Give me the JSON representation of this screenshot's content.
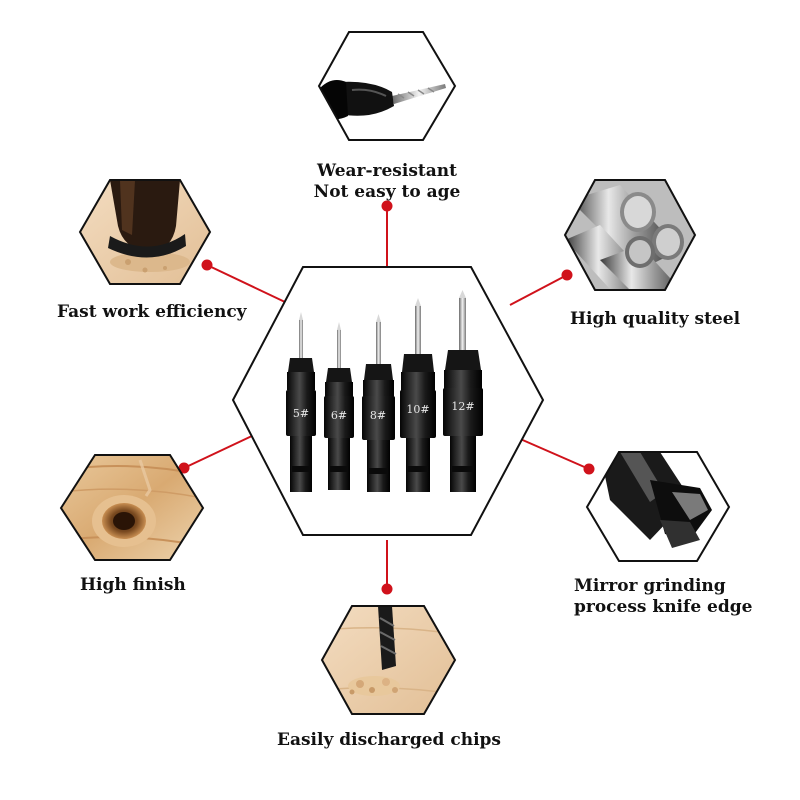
{
  "colors": {
    "accent": "#d0121b",
    "outline": "#111111",
    "background": "#ffffff"
  },
  "center_product": {
    "bit_sizes": [
      "5#",
      "6#",
      "8#",
      "10#",
      "12#"
    ]
  },
  "features": [
    {
      "id": "top",
      "lines": [
        "Wear-resistant",
        "Not easy to age"
      ]
    },
    {
      "id": "top-left",
      "lines": [
        "Fast work efficiency"
      ]
    },
    {
      "id": "top-right",
      "lines": [
        "High quality steel"
      ]
    },
    {
      "id": "bottom-left",
      "lines": [
        "High finish"
      ]
    },
    {
      "id": "bottom-right",
      "lines": [
        "Mirror grinding",
        "process knife edge"
      ]
    },
    {
      "id": "bottom",
      "lines": [
        "Easily discharged chips"
      ]
    }
  ]
}
